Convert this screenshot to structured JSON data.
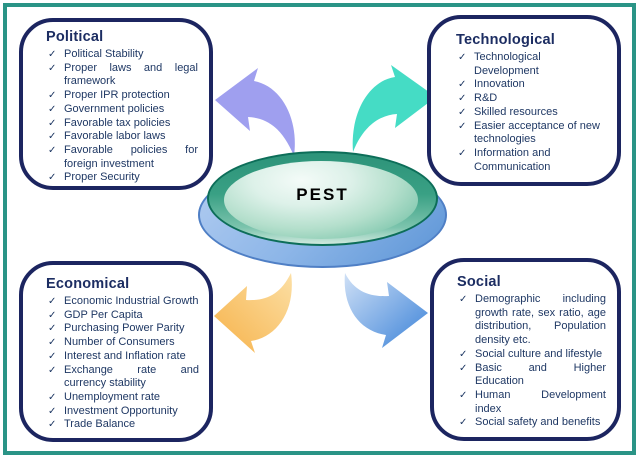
{
  "diagram": {
    "title": "PEST",
    "check_glyph": "✓"
  },
  "boxes": {
    "political": {
      "title": "Political",
      "items": [
        "Political Stability",
        "Proper laws and legal framework",
        "Proper IPR protection",
        "Government policies",
        "Favorable tax policies",
        "Favorable labor laws",
        "Favorable policies for foreign investment",
        "Proper Security"
      ]
    },
    "technological": {
      "title": "Technological",
      "items": [
        "Technological Development",
        "Innovation",
        "R&D",
        "Skilled resources",
        "Easier acceptance of new technologies",
        "Information and Communication"
      ]
    },
    "economical": {
      "title": "Economical",
      "items": [
        "Economic Industrial Growth",
        "GDP Per Capita",
        "Purchasing Power Parity",
        "Number of Consumers",
        "Interest and Inflation rate",
        "Exchange rate and currency stability",
        "Unemployment rate",
        "Investment Opportunity",
        "Trade Balance"
      ]
    },
    "social": {
      "title": "Social",
      "items": [
        "Demographic including growth rate, sex ratio, age distribution, Population density etc.",
        "Social culture and lifestyle",
        "Basic and Higher Education",
        "Human Development index",
        "Social safety and benefits"
      ]
    }
  },
  "colors": {
    "page_border": "#2a9486",
    "box_border": "#1c2560",
    "text": "#1f3864",
    "disc_teal_dark": "#0d6e59",
    "disc_teal_light": "#cfe9de",
    "disc_blue": "#5b94d6",
    "arrow_political": "#9f9fef",
    "arrow_technological": "#45dcc5",
    "arrow_economical_light": "#fcdfa4",
    "arrow_economical_dark": "#f6b24a",
    "arrow_social_light": "#cfe0f6",
    "arrow_social_dark": "#3b82d8"
  }
}
